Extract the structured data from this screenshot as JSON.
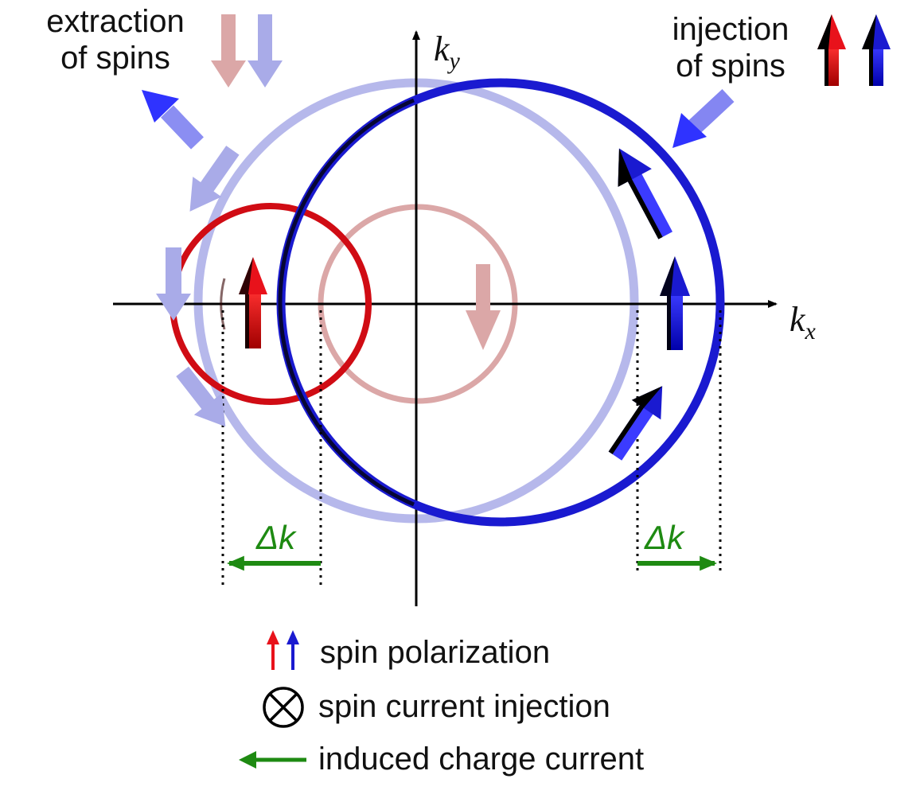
{
  "labels": {
    "extraction": "extraction\nof spins",
    "injection": "injection\nof spins",
    "ky_main": "k",
    "ky_sub": "y",
    "kx_main": "k",
    "kx_sub": "x",
    "delta_left": "Δk",
    "delta_right": "Δk"
  },
  "legend": {
    "spin_polarization": "spin polarization",
    "spin_current_injection": "spin current injection",
    "induced_charge_current": "induced charge current"
  },
  "colors": {
    "red": "#e8121b",
    "blue": "#1a1ad0",
    "faded_blue": "#a9abe8",
    "faded_red": "#dba7a7",
    "green": "#1e8a12",
    "black": "#000000"
  },
  "icons": {
    "cross_circle": "circled-times-icon",
    "spin_arrows": "red-blue-up-arrows-icon",
    "green_arrow": "left-arrow-icon"
  }
}
